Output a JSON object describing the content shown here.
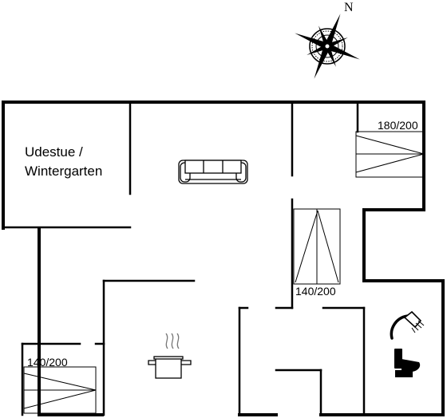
{
  "compass": {
    "north_label": "N",
    "icon": "compass-rose-icon"
  },
  "rooms": {
    "sunroom": {
      "line1": "Udestue /",
      "line2": "Wintergarten"
    }
  },
  "beds": [
    {
      "size": "180/200"
    },
    {
      "size": "140/200"
    },
    {
      "size": "140/200"
    }
  ],
  "icons": {
    "sofa": "sofa-icon",
    "cooking_pot": "cooking-pot-icon",
    "shower": "shower-icon",
    "toilet": "toilet-icon"
  }
}
